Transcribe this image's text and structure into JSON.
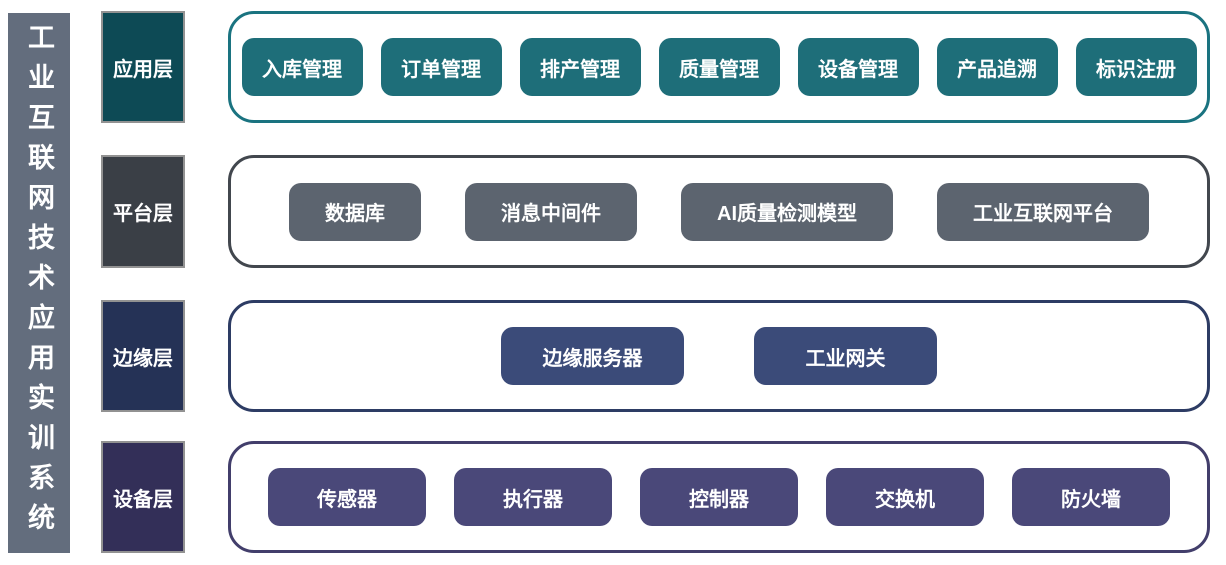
{
  "page": {
    "background": "#ffffff",
    "text_color": "#ffffff",
    "label_border_color": "#929292"
  },
  "sidebar": {
    "title": "工业互联网技术应用实训系统",
    "bg": "#636d7d"
  },
  "layers": [
    {
      "id": "application",
      "label": "应用层",
      "items": [
        "入库管理",
        "订单管理",
        "排产管理",
        "质量管理",
        "设备管理",
        "产品追溯",
        "标识注册"
      ],
      "colors": {
        "label_bg": "#0d4a55",
        "item_bg": "#1e6e79",
        "border": "#1a7380"
      }
    },
    {
      "id": "platform",
      "label": "平台层",
      "items": [
        "数据库",
        "消息中间件",
        "AI质量检测模型",
        "工业互联网平台"
      ],
      "colors": {
        "label_bg": "#3a3f46",
        "item_bg": "#5c646f",
        "border": "#42474e"
      }
    },
    {
      "id": "edge",
      "label": "边缘层",
      "items": [
        "边缘服务器",
        "工业网关"
      ],
      "colors": {
        "label_bg": "#253256",
        "item_bg": "#3b4b79",
        "border": "#2d3c64"
      }
    },
    {
      "id": "device",
      "label": "设备层",
      "items": [
        "传感器",
        "执行器",
        "控制器",
        "交换机",
        "防火墙"
      ],
      "colors": {
        "label_bg": "#332f58",
        "item_bg": "#4a4879",
        "border": "#423e6b"
      }
    }
  ]
}
